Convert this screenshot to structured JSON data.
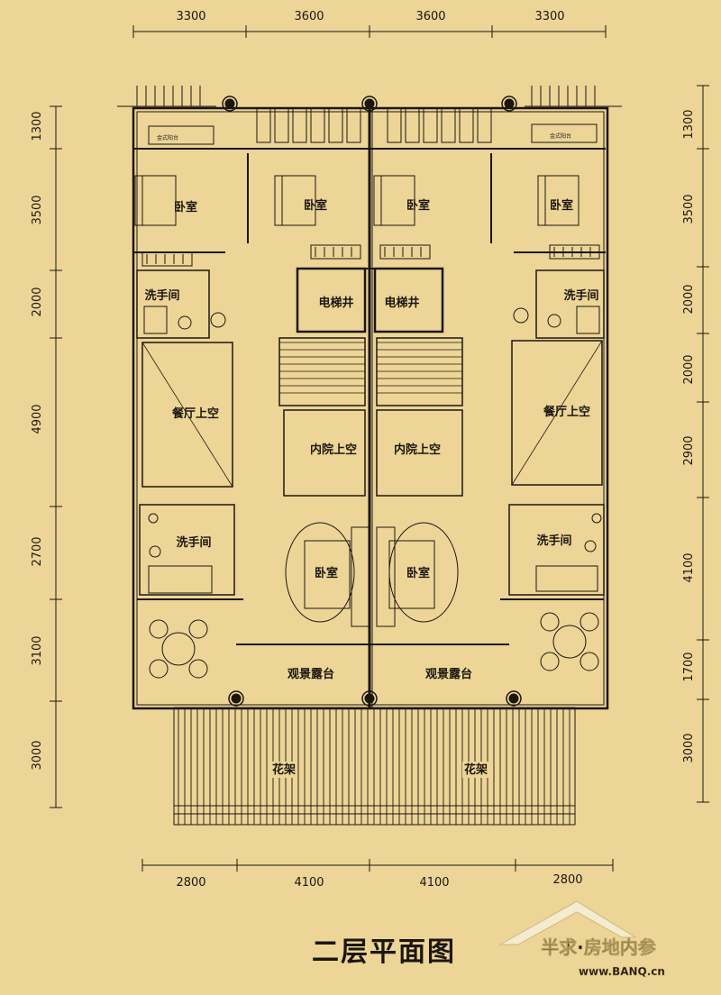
{
  "title": "二层平面图",
  "dimensions": {
    "top": [
      "3300",
      "3600",
      "3600",
      "3300"
    ],
    "bottom": [
      "2800",
      "4100",
      "4100",
      "2800"
    ],
    "left": [
      "1300",
      "3500",
      "2000",
      "4900",
      "2700",
      "3100",
      "3000"
    ],
    "right": [
      "1300",
      "3500",
      "2000",
      "2000",
      "2900",
      "4100",
      "1700",
      "3000"
    ]
  },
  "rooms": {
    "bedroom": "卧室",
    "elevator_shaft": "电梯井",
    "washroom": "洗手间",
    "dining_void": "餐厅上空",
    "courtyard_void": "内院上空",
    "view_terrace": "观景露台",
    "pergola": "花架",
    "cabinet": "金式阳台"
  },
  "watermark": {
    "brand": "半求·房地内参",
    "url": "www.BANQ.cn"
  },
  "colors": {
    "background": "#ecd597",
    "line": "#1c1610",
    "watermark": "#ffffff"
  }
}
